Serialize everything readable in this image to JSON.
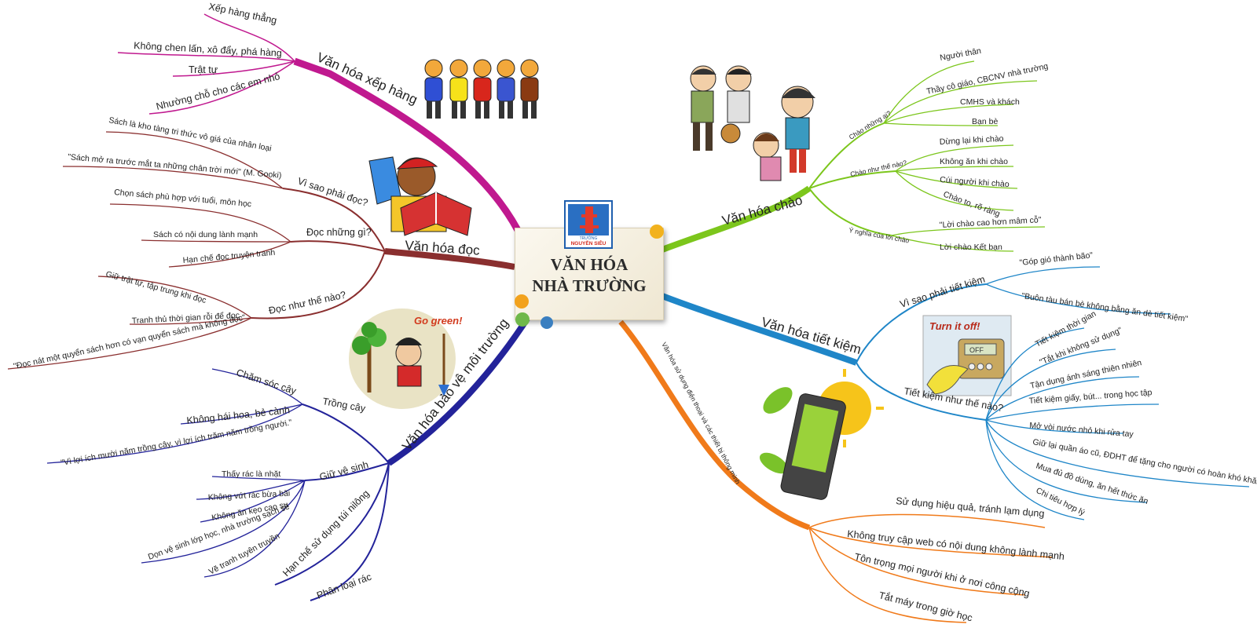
{
  "center": {
    "title_line1": "VĂN HÓA",
    "title_line2": "NHÀ TRƯỜNG",
    "logo_text_small": "TRƯỜNG",
    "logo_text_name": "NGUYỄN SIÊU"
  },
  "colors": {
    "xep_hang": "#c0198f",
    "doc": "#8a2f2f",
    "moi_truong": "#23239a",
    "chao": "#7cc61c",
    "tiet_kiem": "#1f86c8",
    "dien_thoai": "#f07a1a"
  },
  "illustrations": {
    "go_green": "Go green!",
    "turn_it_off": "Turn it off!",
    "off_display": "OFF"
  },
  "branches": {
    "xep_hang": {
      "label": "Văn hóa xếp hàng",
      "leaves": [
        "Xếp hàng thẳng",
        "Không chen lấn, xô đẩy, phá hàng",
        "Trật tự",
        "Nhường chỗ cho các em nhỏ"
      ]
    },
    "doc": {
      "label": "Văn  hóa đọc",
      "subs": [
        {
          "label": "Vì sao phải đọc?",
          "leaves": [
            "Sách là kho tàng tri thức vô giá của nhân loại",
            "\"Sách mở ra trước mắt ta những chân trời mới\" (M. Gooki)"
          ]
        },
        {
          "label": "Đọc những gì?",
          "leaves": [
            "Chọn sách phù hợp với tuổi, môn học",
            "Sách có nội dung lành mạnh",
            "Hạn chế đọc truyện tranh"
          ]
        },
        {
          "label": "Đọc như thế nào?",
          "leaves": [
            "Giữ trật tự, tập trung khi đọc",
            "Tranh thủ thời gian rỗi để đọc",
            "\"Đọc nát một quyển sách hơn có vạn quyển sách mà không đọc\""
          ]
        }
      ]
    },
    "moi_truong": {
      "label": "Văn hóa bảo vệ môi trường",
      "subs": [
        {
          "label": "Trồng cây",
          "leaves": [
            "Chăm sóc cây",
            "Không hái hoa, bẻ cành",
            "\"Vì lợi ích mười năm trồng cây, vì lợi ích trăm năm trồng người.\""
          ]
        },
        {
          "label": "Giữ vệ sinh",
          "leaves": [
            "Thấy rác là nhặt",
            "Không vứt rác bừa bãi",
            "Không ăn kẹo cao su",
            "Dọn vệ sinh lớp học, nhà trường sạch sẽ",
            "Vẽ tranh tuyên truyền"
          ]
        },
        {
          "label": "Hạn chế sử dụng túi nilông",
          "leaves": []
        },
        {
          "label": "Phân loại rác",
          "leaves": []
        }
      ]
    },
    "chao": {
      "label": "Văn hóa chào",
      "subs": [
        {
          "label": "Chào những ai?",
          "leaves": [
            "Người thân",
            "Thầy cô giáo, CBCNV nhà trường",
            "CMHS và khách",
            "Bạn bè"
          ]
        },
        {
          "label": "Chào như thế nào?",
          "leaves": [
            "Dừng lại khi chào",
            "Không ăn khi chào",
            "Cúi người khi chào",
            "Chào to, rõ ràng"
          ]
        },
        {
          "label": "Ý nghĩa của lời chào",
          "leaves": [
            "\"Lời chào cao hơn mâm cỗ\"",
            "Lời chào Kết bạn"
          ]
        }
      ]
    },
    "tiet_kiem": {
      "label": "Văn hóa tiết kiệm",
      "subs": [
        {
          "label": "Vì sao phải tiết kiệm",
          "leaves": [
            "\"Góp gió thành bão\"",
            "\"Buôn tàu bán bè không bằng ăn dè tiết kiệm\""
          ]
        },
        {
          "label": "Tiết kiệm như thế nào?",
          "leaves": [
            "Tiết kiệm thời gian",
            "\"Tắt khi không sử dụng\"",
            "Tận dụng ánh sáng thiên nhiên",
            "Tiết kiệm giấy, bút... trong học tập",
            "Mở vòi nước nhỏ khi rửa tay",
            "Giữ lại quần áo cũ, ĐDHT để tặng cho người có hoàn khó khăn",
            "Mua đủ đồ dùng, ăn hết thức ăn",
            "Chi tiêu hợp lý"
          ]
        }
      ]
    },
    "dien_thoai": {
      "label": "Văn hóa sử dụng điện thoại và các thiết bị thông minh",
      "leaves": [
        "Sử dụng hiệu quả, tránh lạm dụng",
        "Không truy cập web có nội dung không lành mạnh",
        "Tôn trọng mọi người khi ở nơi công cộng",
        "Tắt máy trong giờ học"
      ]
    }
  }
}
